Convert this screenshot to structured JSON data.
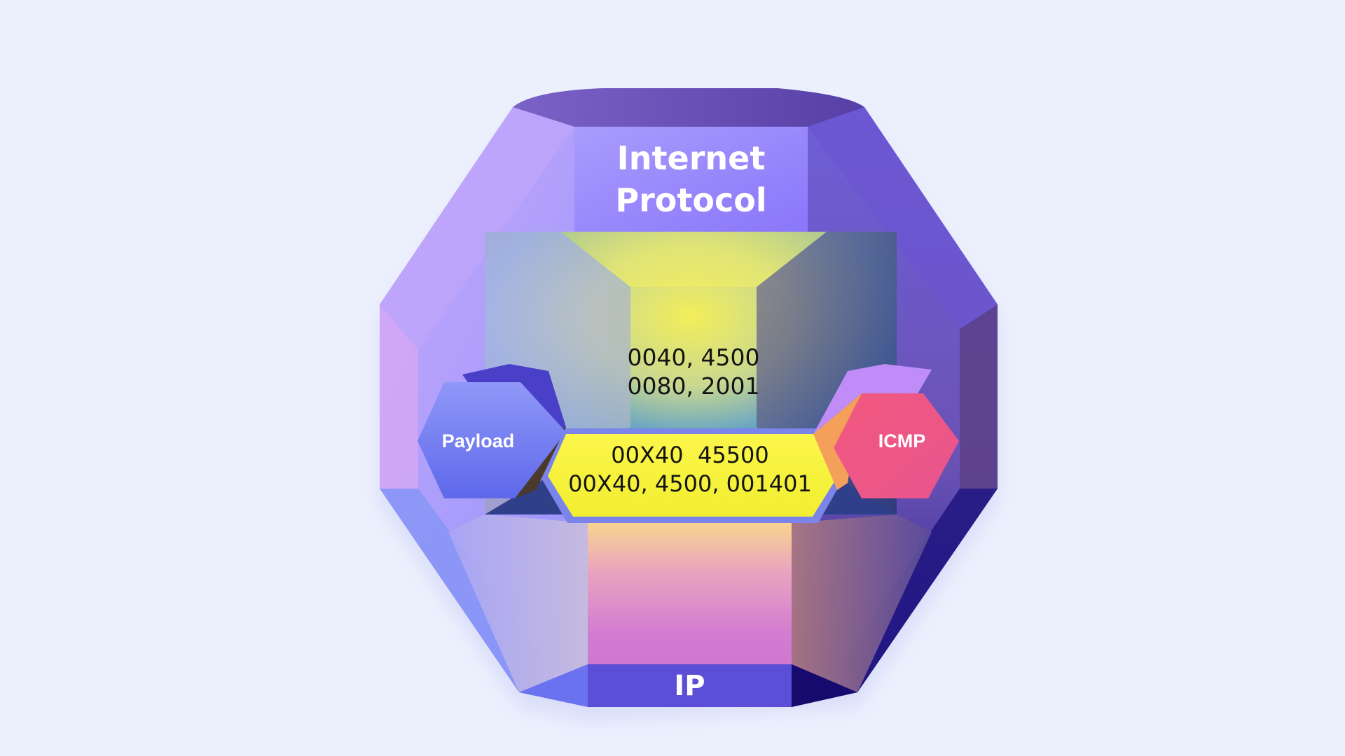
{
  "diagram": {
    "title": {
      "line1": "Internet",
      "line2": "Protocol"
    },
    "center_upper": {
      "line1": "0040, 4500",
      "line2": "0080, 2001"
    },
    "center_lower": {
      "line1": "00X40  45500",
      "line2": "00X40, 4500, 001401"
    },
    "left_node": {
      "label": "Payload",
      "color": "#6f78ee"
    },
    "right_node": {
      "label": "ICMP",
      "color": "#f05a88"
    },
    "bottom": {
      "label": "IP",
      "color": "#5a4fd6"
    },
    "colors": {
      "background": "#ecf0fd",
      "outer_shell": "#8a78f0",
      "top_rim": "#6a52b8",
      "title_panel": "#9384fb",
      "center_highlight": "#f8f23a",
      "bottom_panel": "#d57bd3"
    }
  }
}
